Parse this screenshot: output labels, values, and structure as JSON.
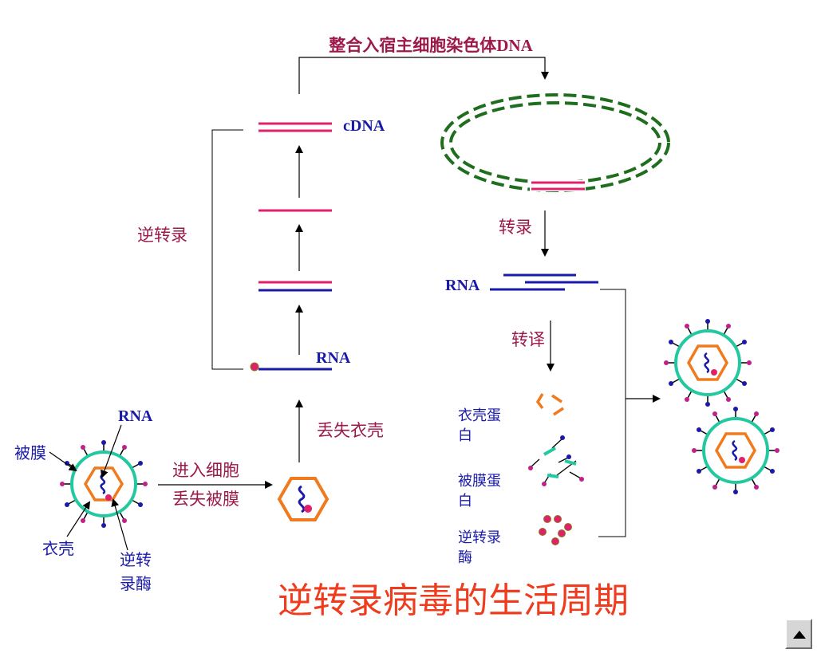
{
  "title": "逆转录病毒的生活周期",
  "labels": {
    "integrate": "整合入宿主细胞染色体DNA",
    "cdna": "cDNA",
    "reverse_transcription": "逆转录",
    "rna_left": "RNA",
    "uncoat_capsid": "丢失衣壳",
    "enter_line1": "进入细胞",
    "enter_line2": "丢失被膜",
    "envelope": "被膜",
    "rna_virion": "RNA",
    "capsid": "衣壳",
    "rt_enzyme_line1": "逆转",
    "rt_enzyme_line2": "录酶",
    "transcription": "转录",
    "rna_right": "RNA",
    "translation": "转译",
    "capsid_protein_line1": "衣壳蛋",
    "capsid_protein_line2": "白",
    "envelope_protein_line1": "被膜蛋",
    "envelope_protein_line2": "白",
    "rt_line1": "逆转录",
    "rt_line2": "酶"
  },
  "colors": {
    "pink_strand": "#e0206a",
    "blue_strand": "#1a1aa8",
    "capsid_orange": "#f07a1e",
    "envelope_teal": "#22c8a0",
    "dna_green": "#1e6e1e",
    "label_red": "#9c1a4a",
    "label_blue": "#1a1aa8",
    "title_red": "#f03c1e"
  },
  "icons": {
    "nav_up": "triangle-up-icon"
  }
}
